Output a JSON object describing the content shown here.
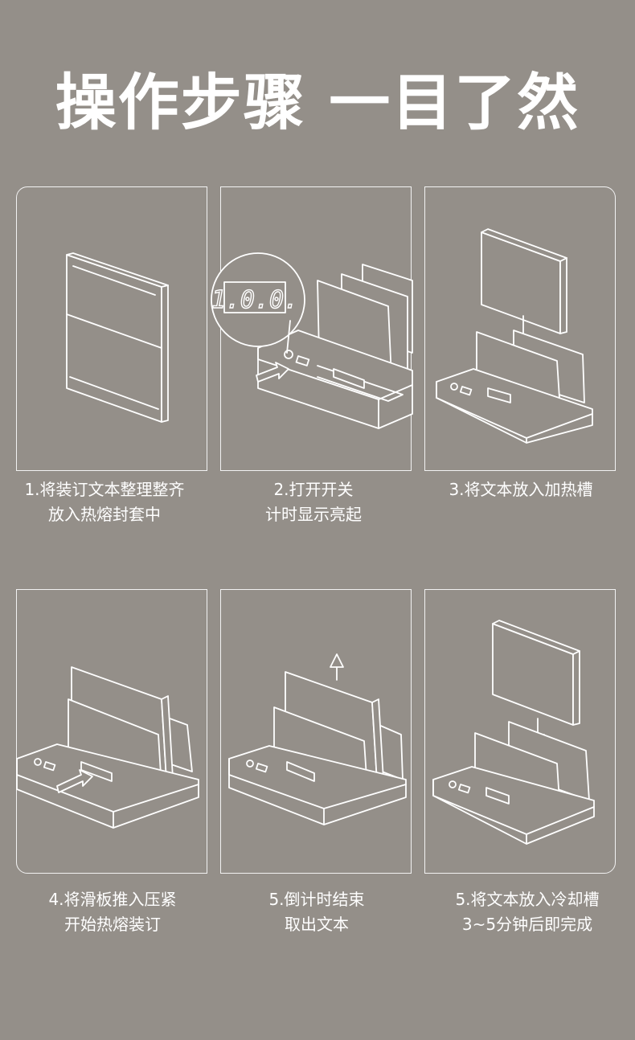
{
  "title": "操作步骤 一目了然",
  "display_value": "1.0.0.",
  "steps": [
    {
      "line1": "1.将装订文本整理整齐",
      "line2": "放入热熔封套中"
    },
    {
      "line1": "2.打开开关",
      "line2": "计时显示亮起"
    },
    {
      "line1": "3.将文本放入加热槽",
      "line2": ""
    },
    {
      "line1": "4.将滑板推入压紧",
      "line2": "开始热熔装订"
    },
    {
      "line1": "5.倒计时结束",
      "line2": "取出文本"
    },
    {
      "line1": "5.将文本放入冷却槽",
      "line2": "3~5分钟后即完成"
    }
  ]
}
